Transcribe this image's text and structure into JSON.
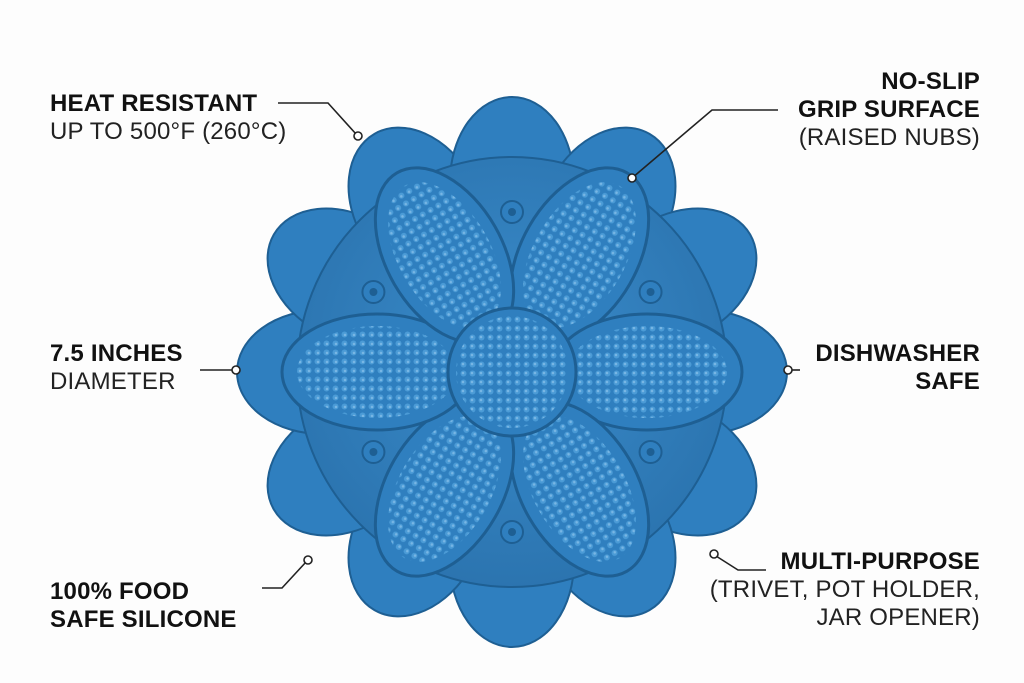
{
  "callouts": {
    "heat": {
      "title": "HEAT RESISTANT",
      "detail": "UP TO 500°F (260°C)"
    },
    "size": {
      "title": "7.5 INCHES",
      "detail": "DIAMETER"
    },
    "food": {
      "title_line1": "100% FOOD",
      "title_line2": "SAFE SILICONE"
    },
    "grip": {
      "title_line1": "NO-SLIP",
      "title_line2": "GRIP SURFACE",
      "detail": "(RAISED NUBS)"
    },
    "dish": {
      "title_line1": "DISHWASHER",
      "title_line2": "SAFE"
    },
    "multi": {
      "title": "MULTI-PURPOSE",
      "detail_line1": "(TRIVET, POT HOLDER,",
      "detail_line2": "JAR OPENER)"
    }
  },
  "colors": {
    "silicone": "#2f7fbf",
    "silicone_dark": "#1e5f93",
    "silicone_light": "#4a98d4",
    "text": "#111111"
  }
}
